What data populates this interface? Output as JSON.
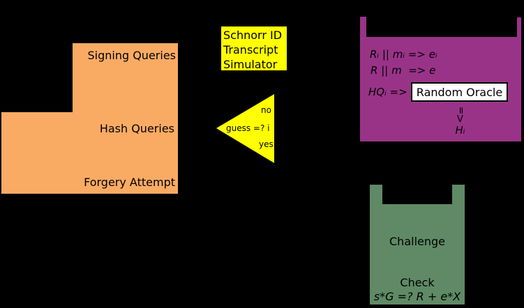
{
  "colors": {
    "background": "#000000",
    "adversary_fill": "#FAAB63",
    "simulator_fill": "#FFFF00",
    "triangle_fill": "#FFFF00",
    "oracle_fill": "#993388",
    "verifier_fill": "#5F8A65",
    "oracle_box_fill": "#FFFFFF",
    "outline": "#000000"
  },
  "adversary": {
    "signing_label": "Signing Queries",
    "hash_label": "Hash Queries",
    "forgery_label": "Forgery Attempt"
  },
  "simulator": {
    "line1": "Schnorr ID",
    "line2": "Transcript",
    "line3": "Simulator"
  },
  "decision": {
    "no_label": "no",
    "condition": "guess =? i",
    "yes_label": "yes"
  },
  "oracle": {
    "mapping1": "Rᵢ || mᵢ => eᵢ",
    "mapping2": "R || m  => e",
    "query": "HQᵢ =>",
    "box_label": "Random Oracle",
    "arrow_shaft": "=",
    "arrow_head": "V",
    "output": "Hᵢ"
  },
  "verifier": {
    "challenge_label": "Challenge",
    "check_label": "Check",
    "check_equation": "s*G =? R + e*X"
  }
}
